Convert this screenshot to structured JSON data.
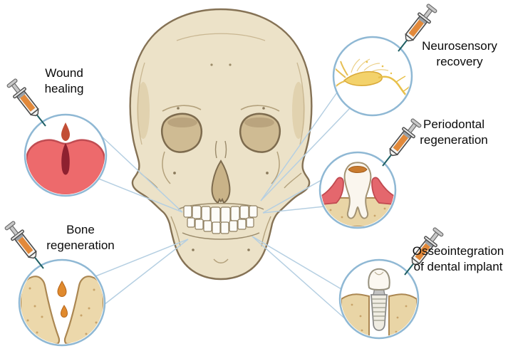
{
  "figure": {
    "type": "scientific-diagram",
    "subject": "human-skull-front-view-with-dental-therapy-callouts"
  },
  "callouts": [
    {
      "id": "wound-healing",
      "label": "Wound healing"
    },
    {
      "id": "bone-regeneration",
      "label": "Bone regeneration"
    },
    {
      "id": "neurosensory-recovery",
      "label": "Neurosensory recovery"
    },
    {
      "id": "periodontal-regeneration",
      "label": "Periodontal regeneration"
    },
    {
      "id": "osseointegration",
      "label": "Osseointegration of dental implant"
    }
  ],
  "icons": [
    {
      "name": "syringe-icon",
      "shape": "diagonal syringe with orange fluid and teal needle",
      "count": 5
    }
  ],
  "colors": {
    "background": "#ffffff",
    "bone_fill": "#ece2c8",
    "bone_outline": "#857255",
    "circle_ring": "#8fb8d4",
    "connector_line": "#b5cfe2",
    "tissue_red": "#ed6a6c",
    "wound_dark_red": "#8e2130",
    "nerve_yellow": "#e8c04a",
    "graft_bone_tan": "#ecd8ab",
    "droplet_orange": "#e08a2e",
    "syringe_fluid_orange": "#e2893a",
    "needle_teal": "#1e5f63",
    "label_text": "#0a0a0a"
  }
}
